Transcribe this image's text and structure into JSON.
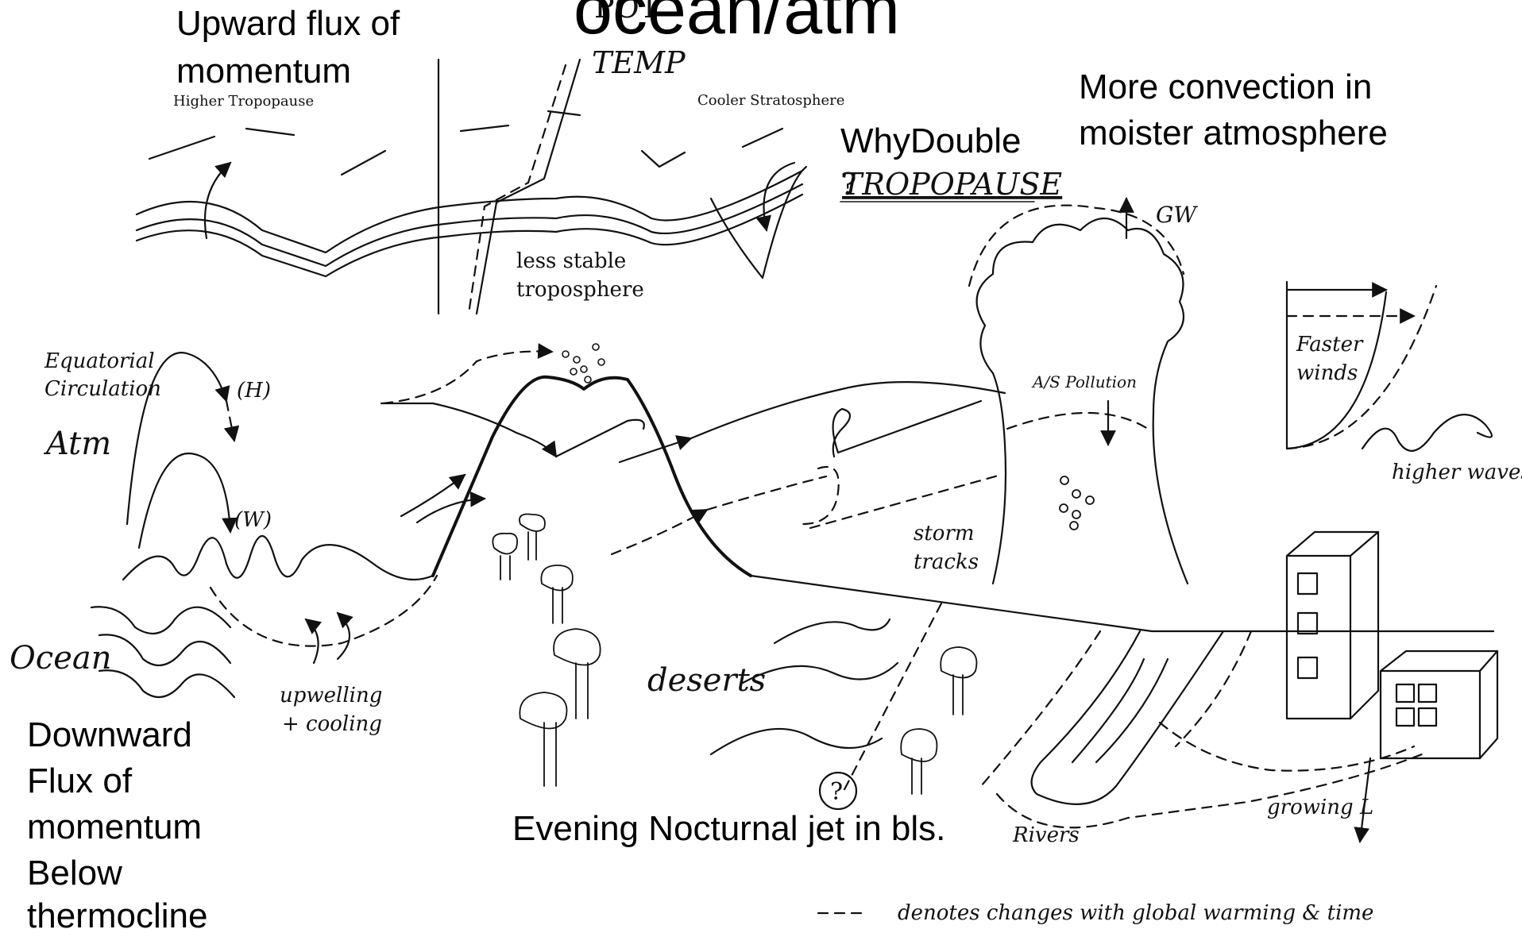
{
  "overlay": {
    "title": "ocean/atm",
    "upward_flux": [
      "Upward flux of",
      "momentum"
    ],
    "more_convection": [
      "More convection in",
      "moister atmosphere"
    ],
    "why_double": "WhyDouble",
    "downward_flux": [
      "Downward",
      "Flux of",
      "momentum",
      "Below",
      "thermocline"
    ],
    "evening_jet": "Evening Nocturnal jet in bls."
  },
  "diagram": {
    "pot_temp": [
      "POT",
      "TEMP"
    ],
    "higher_tropopause": "Higher Tropopause",
    "cooler_stratosphere": "Cooler Stratosphere",
    "tropopause": "TROPOPAUSE",
    "question_mark": "?",
    "less_stable": [
      "less stable",
      "troposphere"
    ],
    "gw": "GW",
    "equatorial_circulation": [
      "Equatorial",
      "Circulation"
    ],
    "hadley": "(H)",
    "walker": "(W)",
    "atm": "Atm",
    "ocean": "Ocean",
    "upwelling": [
      "upwelling",
      "+ cooling"
    ],
    "pollution": "A/S Pollution",
    "faster_winds": [
      "Faster",
      "winds"
    ],
    "higher_waves": "higher waves",
    "storm_tracks": [
      "storm",
      "tracks"
    ],
    "deserts": "deserts",
    "circle_q": "?",
    "rivers": "Rivers",
    "growing_l": "growing L",
    "legend": "denotes changes with global warming & time"
  }
}
